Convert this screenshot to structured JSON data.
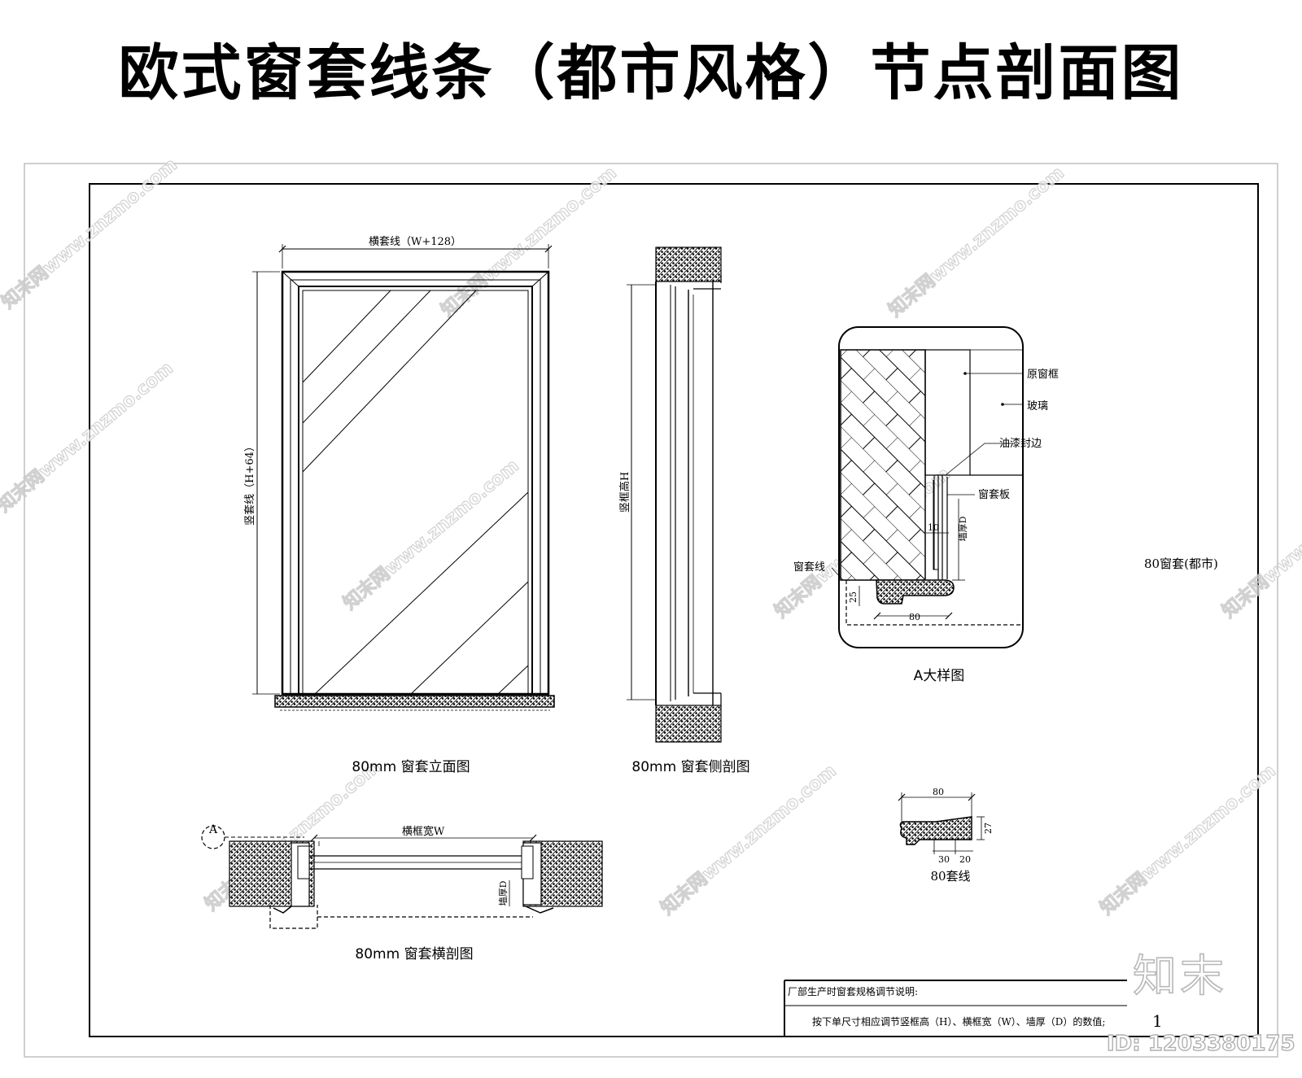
{
  "title": "欧式窗套线条（都市风格）节点剖面图",
  "elevation": {
    "dim_top": "横套线（W+128）",
    "dim_left": "竖套线（H+64）",
    "caption": "80mm 窗套立面图"
  },
  "side_section": {
    "dim_left": "竖框高H",
    "caption": "80mm 窗套侧剖图"
  },
  "detail_a": {
    "callouts": [
      "原窗框",
      "玻璃",
      "油漆封边",
      "窗套板",
      "窗套线"
    ],
    "dim_small": "10",
    "dim_wall": "墙厚D",
    "dim_depth": "25",
    "dim_width": "80",
    "caption": "A大样图"
  },
  "side_note": "80窗套(都市)",
  "profile": {
    "dim_top": "80",
    "dim_right": "27",
    "dim_a": "30",
    "dim_b": "20",
    "caption": "80套线"
  },
  "plan_section": {
    "marker": "A",
    "dim_top": "横框宽W",
    "dim_wall": "墙厚D",
    "caption": "80mm 窗套横剖图"
  },
  "notes": {
    "title": "厂部生产时窗套规格调节说明:",
    "body": "按下单尺寸相应调节竖框高（H）、横框宽（W）、墙厚（D）的数值;",
    "sheet_no": "1"
  },
  "watermark": {
    "text": "知末网www.znzmo.com",
    "brand": "知末",
    "id_text": "ID: 1203380175"
  }
}
